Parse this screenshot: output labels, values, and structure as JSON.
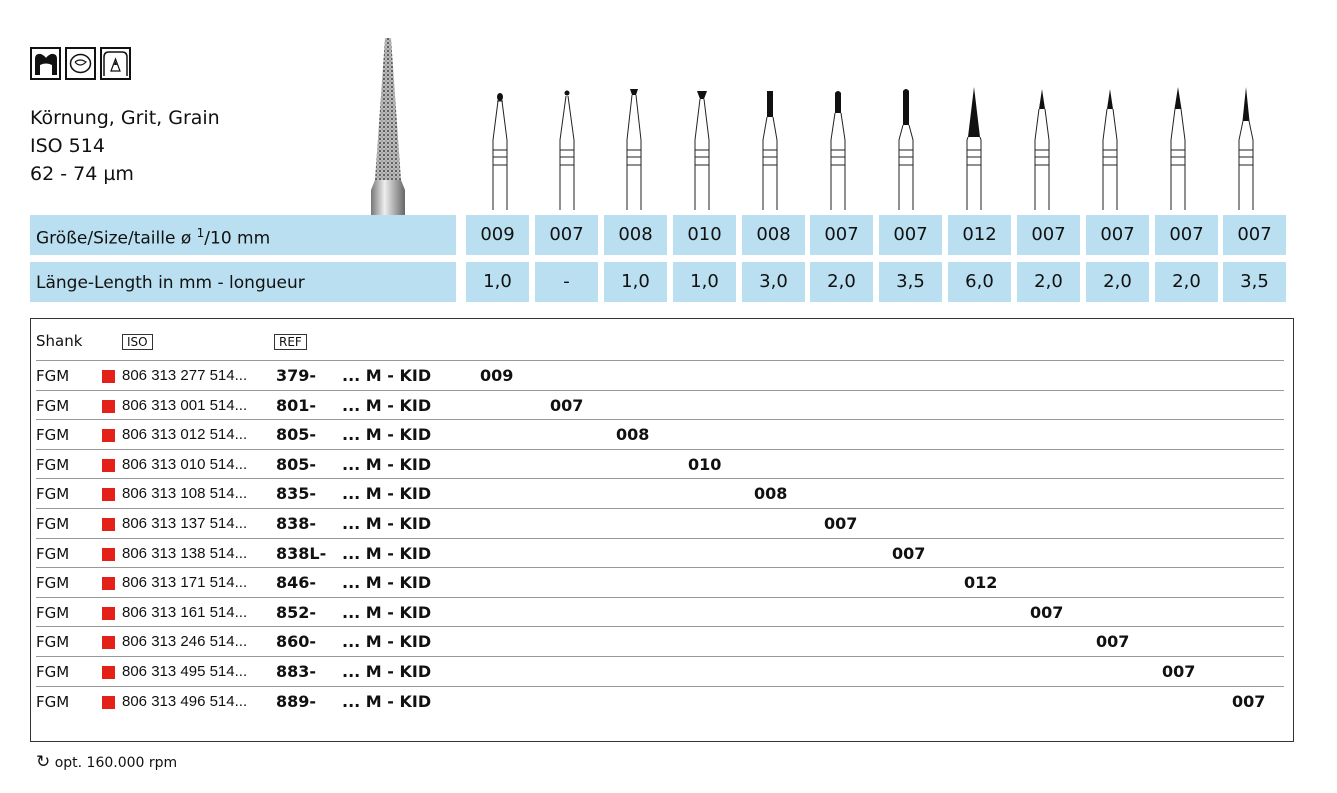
{
  "grit": {
    "line1": "Körnung, Grit, Grain",
    "line2": "ISO 514",
    "line3": "62 - 74 µm"
  },
  "size_row": {
    "label_prefix": "Größe/Size/taille  ø ",
    "label_frac": "1",
    "label_suffix": "/10 mm"
  },
  "length_row": {
    "label": "Länge-Length in mm - longueur"
  },
  "sizes": [
    "009",
    "007",
    "008",
    "010",
    "008",
    "007",
    "007",
    "012",
    "007",
    "007",
    "007",
    "007"
  ],
  "lengths": [
    "1,0",
    "-",
    "1,0",
    "1,0",
    "3,0",
    "2,0",
    "3,5",
    "6,0",
    "2,0",
    "2,0",
    "2,0",
    "3,5"
  ],
  "table": {
    "shank_header": "Shank",
    "iso_header": "ISO",
    "ref_header": "REF",
    "rows": [
      {
        "shank": "FGM",
        "ref": "806 313 277 514...",
        "num": "379-",
        "suffix": "... M - KID",
        "size": "009"
      },
      {
        "shank": "FGM",
        "ref": "806 313 001 514...",
        "num": "801-",
        "suffix": "... M - KID",
        "size": "007"
      },
      {
        "shank": "FGM",
        "ref": "806 313 012 514...",
        "num": "805-",
        "suffix": "... M - KID",
        "size": "008"
      },
      {
        "shank": "FGM",
        "ref": "806 313 010 514...",
        "num": "805-",
        "suffix": "... M - KID",
        "size": "010"
      },
      {
        "shank": "FGM",
        "ref": "806 313 108 514...",
        "num": "835-",
        "suffix": "... M - KID",
        "size": "008"
      },
      {
        "shank": "FGM",
        "ref": "806 313 137 514...",
        "num": "838-",
        "suffix": "... M - KID",
        "size": "007"
      },
      {
        "shank": "FGM",
        "ref": "806 313 138 514...",
        "num": "838L-",
        "suffix": "... M - KID",
        "size": "007"
      },
      {
        "shank": "FGM",
        "ref": "806 313 171 514...",
        "num": "846-",
        "suffix": "... M - KID",
        "size": "012"
      },
      {
        "shank": "FGM",
        "ref": "806 313 161 514...",
        "num": "852-",
        "suffix": "... M - KID",
        "size": "007"
      },
      {
        "shank": "FGM",
        "ref": "806 313 246 514...",
        "num": "860-",
        "suffix": "... M - KID",
        "size": "007"
      },
      {
        "shank": "FGM",
        "ref": "806 313 495 514...",
        "num": "883-",
        "suffix": "... M - KID",
        "size": "007"
      },
      {
        "shank": "FGM",
        "ref": "806 313 496 514...",
        "num": "889-",
        "suffix": "... M - KID",
        "size": "007"
      }
    ]
  },
  "footer": {
    "rpm": "opt. 160.000 rpm"
  },
  "colors": {
    "band": "#b9dff0",
    "marker": "#e32119"
  }
}
